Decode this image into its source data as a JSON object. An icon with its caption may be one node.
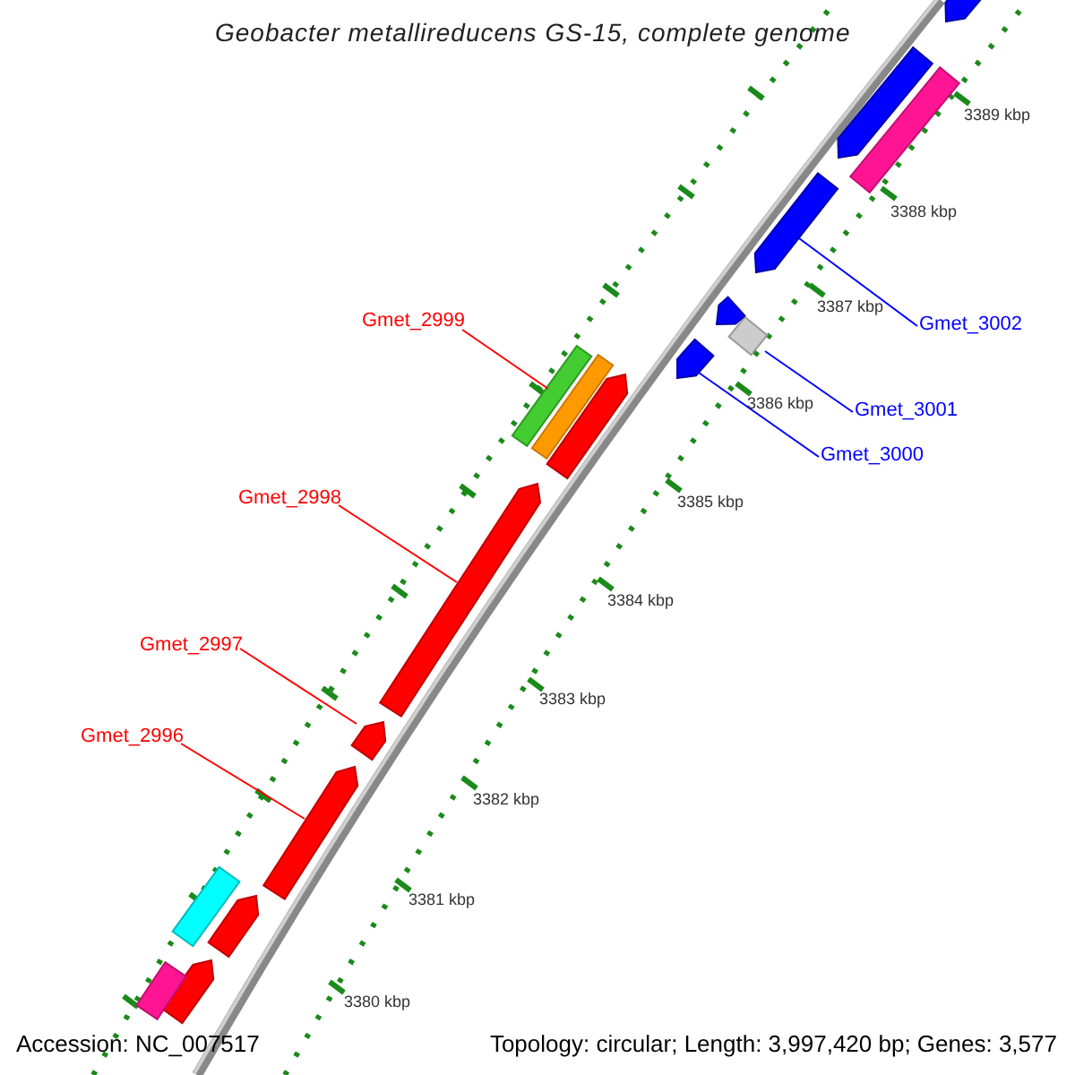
{
  "diagram": {
    "title": "Geobacter metallireducens GS-15, complete genome",
    "nodes": [
      {
        "text": [
          "Gmet_2999"
        ]
      },
      {
        "text": [],
        "shape": "bar"
      },
      {
        "text": [
          "Gmet_2998"
        ]
      },
      {
        "text": [],
        "shape": "arrow"
      },
      {
        "text": [
          "Gmet_2997"
        ]
      },
      {
        "text": [],
        "shape": "arrow"
      },
      {
        "text": [
          "Gmet_2996"
        ]
      },
      {
        "text": [],
        "shape": "arrow"
      },
      {
        "text": [
          "Gmet_3002"
        ]
      },
      {
        "text": [],
        "shape": "arrow"
      },
      {
        "text": [
          "Gmet_3001"
        ]
      },
      {
        "text": [],
        "shape": "bar"
      },
      {
        "text": [
          "Gmet_3000"
        ]
      },
      {
        "text": [],
        "shape": "arrow"
      },
      {
        "text": [],
        "shape": "arrow"
      },
      {
        "text": [],
        "shape": "arrow"
      },
      {
        "text": [],
        "shape": "arrow"
      },
      {
        "text": [],
        "shape": "bar"
      },
      {
        "text": [],
        "shape": "bar"
      },
      {
        "text": [],
        "shape": "bar"
      },
      {
        "text": [],
        "shape": "arrow"
      },
      {
        "text": [],
        "shape": "arrow"
      },
      {
        "text": [],
        "shape": "bar"
      },
      {
        "text": [],
        "shape": "arrow"
      }
    ],
    "edges": [
      {
        "from": 0,
        "to": 1,
        "arrow": "none"
      },
      {
        "from": 2,
        "to": 3,
        "arrow": "none"
      },
      {
        "from": 4,
        "to": 5,
        "arrow": "none"
      },
      {
        "from": 6,
        "to": 7,
        "arrow": "none"
      },
      {
        "from": 8,
        "to": 9,
        "arrow": "none",
        "color": "#0000ff"
      },
      {
        "from": 10,
        "to": 11,
        "arrow": "none",
        "color": "#0000ff"
      },
      {
        "from": 12,
        "to": 13,
        "arrow": "none",
        "color": "#0000ff"
      }
    ],
    "labels": [
      "3389 kbp",
      "3388 kbp",
      "3387 kbp",
      "3386 kbp",
      "3385 kbp",
      "3384 kbp",
      "3383 kbp",
      "3382 kbp",
      "3381 kbp",
      "3380 kbp",
      "Accession: NC_007517",
      "Topology: circular; Length: 3,997,420 bp; Genes: 3,577"
    ]
  }
}
